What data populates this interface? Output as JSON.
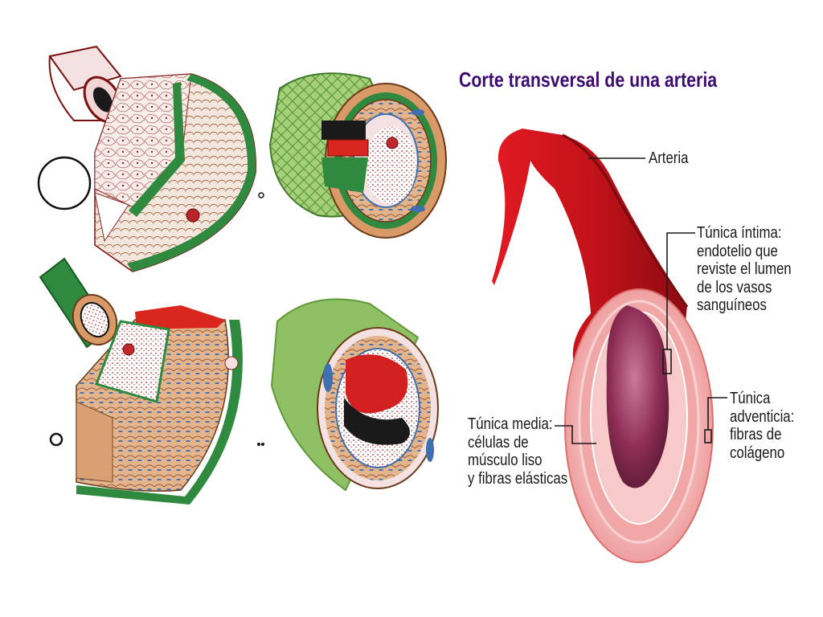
{
  "title": "Corte transversal de una arteria",
  "labels": {
    "arteria": "Arteria",
    "intima": [
      "Túnica íntima:",
      "endotelio que",
      "reviste el lumen",
      "de los vasos",
      "sanguíneos"
    ],
    "media": [
      "Túnica media:",
      "células de",
      "músculo liso",
      "y fibras elásticas"
    ],
    "adventicia": [
      "Túnica",
      "adventicia:",
      "fibras de",
      "colágeno"
    ]
  },
  "colors": {
    "title": "#3d0c73",
    "artery_red": "#c8141c",
    "wall_pink": "#f2a7a7",
    "lumen_purple": "#8e2d55",
    "tissue_green": "#2f8a3f",
    "fiber_green": "#8fc063",
    "muscle_tan": "#d9a074",
    "nucleus_blue": "#3f6fae"
  },
  "icons": [
    "vessel-segment-icon",
    "circle-outline-icon"
  ]
}
